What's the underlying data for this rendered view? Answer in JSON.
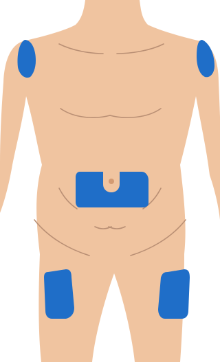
{
  "figure": {
    "background_color": "#ffffff",
    "skin_color": "#f0c4a0",
    "outline_color": "#b98f74",
    "zone_color": "#1f6ec8",
    "navel_color": "#d39a72"
  },
  "injection_zones": [
    {
      "id": "upper-arm-right-side",
      "icon": "injection-site-zone"
    },
    {
      "id": "upper-arm-left-side",
      "icon": "injection-site-zone"
    },
    {
      "id": "abdomen",
      "icon": "injection-site-zone"
    },
    {
      "id": "thigh-right-side",
      "icon": "injection-site-zone"
    },
    {
      "id": "thigh-left-side",
      "icon": "injection-site-zone"
    }
  ]
}
